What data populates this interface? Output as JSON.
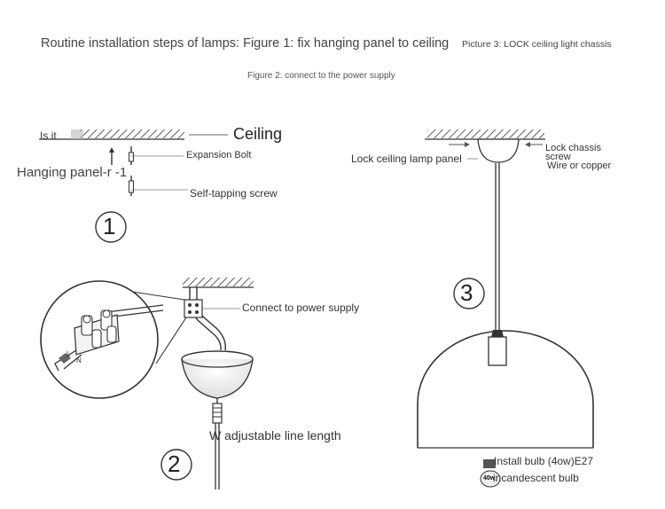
{
  "header": {
    "title": "Routine installation steps of lamps: Figure 1: fix hanging panel to ceiling",
    "picture3": "Picture 3: LOCK ceiling light chassis",
    "figure2": "Figure 2: connect to the power supply"
  },
  "step1": {
    "number": "1",
    "ceiling_prefix": "Is it",
    "ceiling": "Ceiling",
    "expansion_bolt": "Expansion Bolt",
    "hanging_panel": "Hanging panel-r -1",
    "screw": "Self-tapping screw"
  },
  "step2": {
    "number": "2",
    "connect": "Connect to power supply",
    "adjustable": "W adjustable line length",
    "terminal_l": "L",
    "terminal_n": "N"
  },
  "step3": {
    "number": "3",
    "lock_panel": "Lock ceiling lamp panel",
    "lock_chassis": "Lock chassis screw",
    "wire": "Wire or copper",
    "bulb": "Install bulb (4ow)E27",
    "bulb_badge": "40w",
    "incandescent": "incandescent bulb"
  }
}
